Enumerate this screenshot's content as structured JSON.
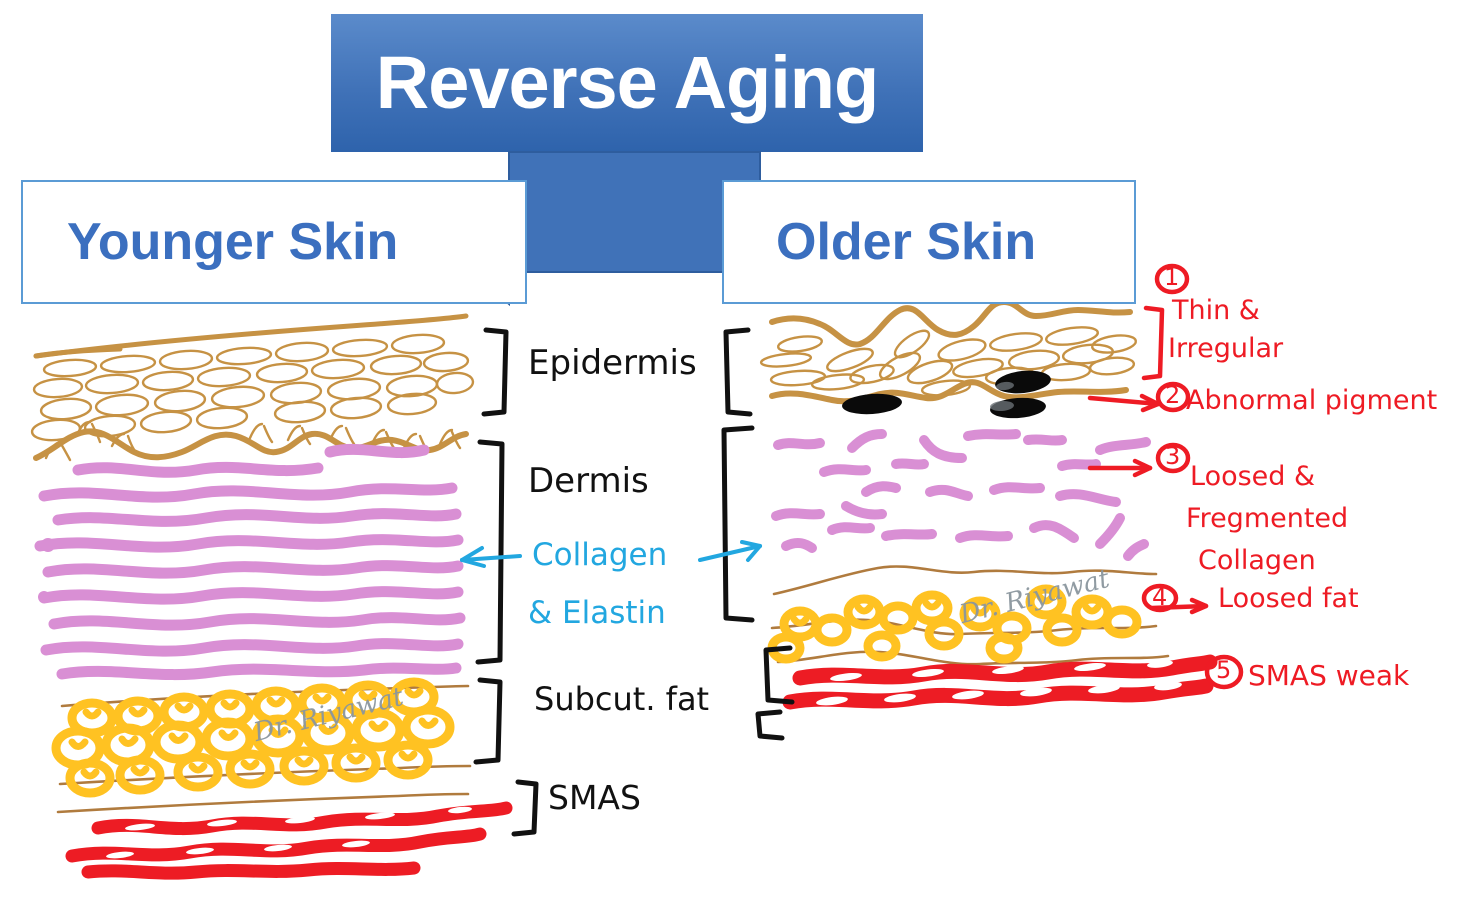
{
  "title": {
    "text": "Reverse Aging",
    "banner_color": "#3C72B8",
    "text_color": "#FFFFFF"
  },
  "panels": {
    "left_label": "Younger Skin",
    "right_label": "Older Skin",
    "label_text_color": "#3B6FBF",
    "label_border_color": "#5B9BD5"
  },
  "arrow": {
    "direction": "left",
    "name": "reverse-aging-arrow",
    "color": "#4072B8"
  },
  "center_labels": [
    {
      "id": "epidermis",
      "text": "Epidermis",
      "color": "#111111"
    },
    {
      "id": "dermis",
      "text": "Dermis",
      "color": "#111111"
    },
    {
      "id": "collagen",
      "text": "Collagen",
      "color": "#22A7E0"
    },
    {
      "id": "elastin",
      "text": "& Elastin",
      "color": "#22A7E0"
    },
    {
      "id": "subcut-fat",
      "text": "Subcut. fat",
      "color": "#111111"
    },
    {
      "id": "smas",
      "text": "SMAS",
      "color": "#111111"
    }
  ],
  "annotations": [
    {
      "num": "1",
      "lines": [
        "Thin &",
        "Irregular"
      ],
      "color": "#EE1B24"
    },
    {
      "num": "2",
      "lines": [
        "Abnormal pigment"
      ],
      "color": "#EE1B24"
    },
    {
      "num": "3",
      "lines": [
        "Loosed &",
        "Fregmented",
        "Collagen"
      ],
      "color": "#EE1B24"
    },
    {
      "num": "4",
      "lines": [
        "Loosed fat"
      ],
      "color": "#EE1B24"
    },
    {
      "num": "5",
      "lines": [
        "SMAS weak"
      ],
      "color": "#EE1B24"
    }
  ],
  "watermarks": [
    {
      "text": "Dr. Riyawat",
      "side": "left"
    },
    {
      "text": "Dr. Riyawat",
      "side": "right"
    }
  ],
  "colors": {
    "epidermis": "#C69244",
    "collagen": "#D98FD4",
    "fat": "#FFC222",
    "smas": "#ED1C24",
    "pigment": "#0A0A0A",
    "bracket": "#111111",
    "annotation": "#EE1B24",
    "blue_note": "#22A7E0",
    "watermark": "#8B969E"
  }
}
